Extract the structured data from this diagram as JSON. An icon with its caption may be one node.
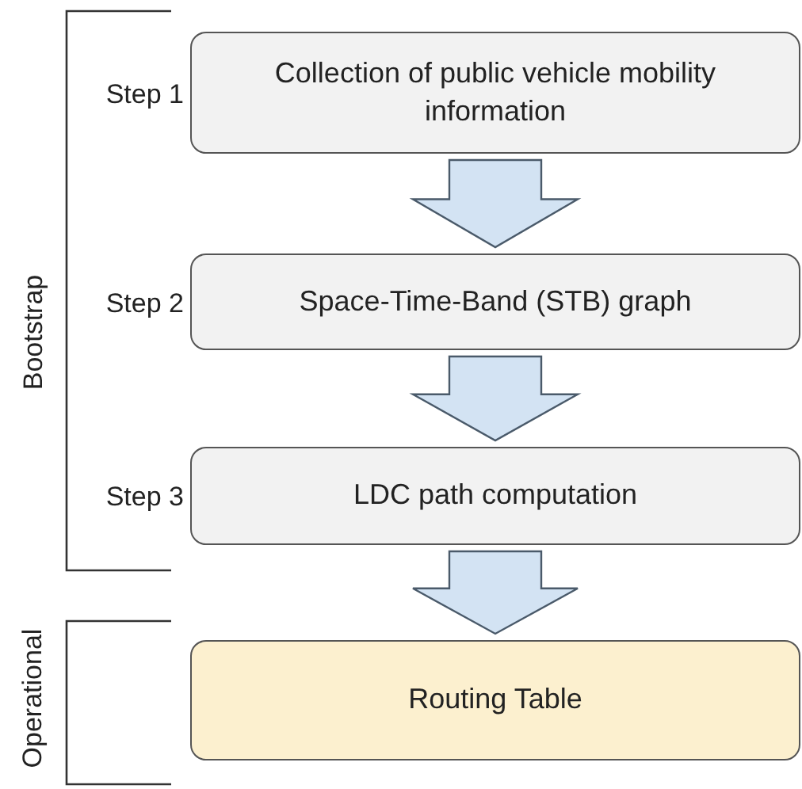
{
  "diagram": {
    "nodes": [
      {
        "text": [
          "Collection of public vehicle mobility information"
        ],
        "beside": [
          "Step 1"
        ]
      },
      {
        "text": [
          "Space-Time-Band (STB) graph"
        ],
        "beside": [
          "Step 2"
        ]
      },
      {
        "text": [
          "LDC path computation"
        ],
        "beside": [
          "Step 3"
        ]
      },
      {
        "text": [
          "Routing Table"
        ]
      }
    ],
    "edges": [
      {
        "from": 0,
        "to": 1,
        "arrow": "to"
      },
      {
        "from": 1,
        "to": 2,
        "arrow": "to"
      },
      {
        "from": 2,
        "to": 3,
        "arrow": "to"
      }
    ],
    "labels": [
      "Bootstrap",
      "Operational"
    ]
  }
}
